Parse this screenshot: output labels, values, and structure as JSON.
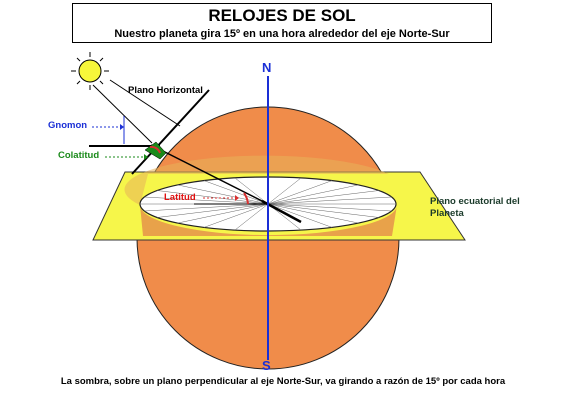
{
  "title": "RELOJES DE SOL",
  "subtitle": "Nuestro planeta gira 15º en una hora alrededor del eje Norte-Sur",
  "labels": {
    "north": "N",
    "south": "S",
    "plano_horizontal": "Plano Horizontal",
    "gnomon": "Gnomon",
    "colatitud": "Colatitud",
    "latitud": "Latitud",
    "plano_ecuatorial_1": "Plano ecuatorial del",
    "plano_ecuatorial_2": "Planeta"
  },
  "caption": "La sombra, sobre un plano perpendicular al eje Norte-Sur, va girando a razón de 15º por cada hora",
  "colors": {
    "planet": "#f08c4a",
    "planet_lower_band": "#e8a24a",
    "equatorial_plane": "#f6f64a",
    "equatorial_ellipse": "#ffffff",
    "axis": "#1a2fd6",
    "sun": "#f7f73a",
    "gnomon_label": "#1a2fd6",
    "colatitud_label": "#1a8a1a",
    "latitud_label": "#e01010",
    "plano_ecuatorial_label": "#1a3a2a",
    "angle_mark": "#d83030"
  },
  "icons": {
    "sun": "sun-icon"
  }
}
